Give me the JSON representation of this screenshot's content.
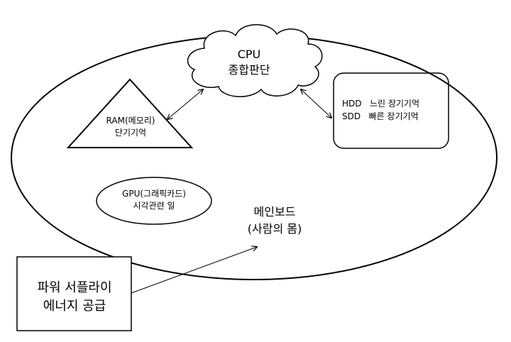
{
  "diagram": {
    "mainboard": {
      "line1": "메인보드",
      "line2": "(사람의 몸)"
    },
    "cpu": {
      "line1": "CPU",
      "line2": "종합판단"
    },
    "ram": {
      "line1": "RAM(메모리)",
      "line2": "단기기억"
    },
    "storage": {
      "line1": "HDD   느린 장기기억",
      "line2": "SDD   빠른 장기기억"
    },
    "gpu": {
      "line1": "GPU(그래픽카드)",
      "line2": "시각관련 일"
    },
    "psu": {
      "line1": "파워 서플라이",
      "line2": "에너지 공급"
    }
  },
  "colors": {
    "stroke": "#000000",
    "background": "#ffffff"
  }
}
